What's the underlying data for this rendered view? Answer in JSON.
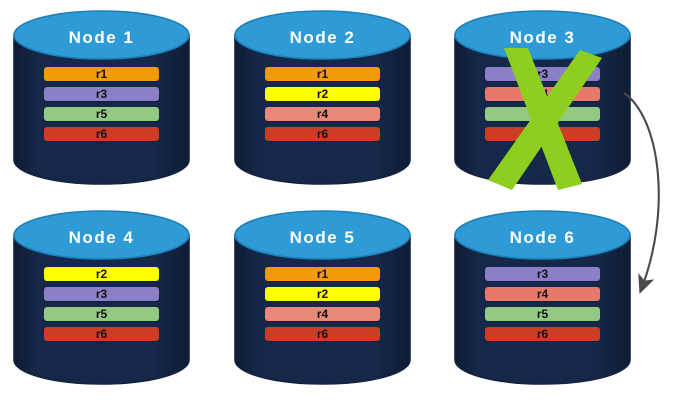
{
  "diagram": {
    "title": "Distributed replica placement across nodes with failed node and re-replication arrow",
    "background_color": "#ffffff",
    "cylinder": {
      "body_color": "#152849",
      "body_color_dark": "#0e1c35",
      "top_color": "#2e9bd6",
      "top_color_edge": "#1c7fb8",
      "outline_color": "#13233f"
    },
    "record_colors": {
      "r1": "#f59b0b",
      "r2": "#ffff00",
      "r3": "#8d7fc7",
      "r4": "#e8897a",
      "r4_alt": "#e8796a",
      "r5": "#93c983",
      "r6": "#cc3d25"
    },
    "failure_mark": {
      "name": "green-x-mark",
      "color": "#8dce1e",
      "on_node": "Node 3"
    },
    "arrow": {
      "name": "replication-arrow",
      "color": "#4a4a4a",
      "from_node": "Node 3",
      "to_node": "Node 6"
    }
  },
  "nodes": [
    {
      "id": "node-1",
      "title": "Node 1",
      "failed": false,
      "records": [
        {
          "label": "r1",
          "color_key": "r1",
          "color": "#f59b0b"
        },
        {
          "label": "r3",
          "color_key": "r3",
          "color": "#8d7fc7"
        },
        {
          "label": "r5",
          "color_key": "r5",
          "color": "#93c983"
        },
        {
          "label": "r6",
          "color_key": "r6",
          "color": "#cc3d25"
        }
      ]
    },
    {
      "id": "node-2",
      "title": "Node 2",
      "failed": false,
      "records": [
        {
          "label": "r1",
          "color_key": "r1",
          "color": "#f59b0b"
        },
        {
          "label": "r2",
          "color_key": "r2",
          "color": "#ffff00"
        },
        {
          "label": "r4",
          "color_key": "r4",
          "color": "#e8897a"
        },
        {
          "label": "r6",
          "color_key": "r6",
          "color": "#cc3d25"
        }
      ]
    },
    {
      "id": "node-3",
      "title": "Node 3",
      "failed": true,
      "records": [
        {
          "label": "r3",
          "color_key": "r3",
          "color": "#8d7fc7"
        },
        {
          "label": "r4",
          "color_key": "r4",
          "color": "#e8796a"
        },
        {
          "label": "r5",
          "color_key": "r5",
          "color": "#93c983"
        },
        {
          "label": "r6",
          "color_key": "r6",
          "color": "#cc3d25"
        }
      ]
    },
    {
      "id": "node-4",
      "title": "Node 4",
      "failed": false,
      "records": [
        {
          "label": "r2",
          "color_key": "r2",
          "color": "#ffff00"
        },
        {
          "label": "r3",
          "color_key": "r3",
          "color": "#8d7fc7"
        },
        {
          "label": "r5",
          "color_key": "r5",
          "color": "#93c983"
        },
        {
          "label": "r6",
          "color_key": "r6",
          "color": "#cc3d25"
        }
      ]
    },
    {
      "id": "node-5",
      "title": "Node 5",
      "failed": false,
      "records": [
        {
          "label": "r1",
          "color_key": "r1",
          "color": "#f59b0b"
        },
        {
          "label": "r2",
          "color_key": "r2",
          "color": "#ffff00"
        },
        {
          "label": "r4",
          "color_key": "r4",
          "color": "#e8897a"
        },
        {
          "label": "r6",
          "color_key": "r6",
          "color": "#cc3d25"
        }
      ]
    },
    {
      "id": "node-6",
      "title": "Node 6",
      "failed": false,
      "records": [
        {
          "label": "r3",
          "color_key": "r3",
          "color": "#8d7fc7"
        },
        {
          "label": "r4",
          "color_key": "r4",
          "color": "#e8796a"
        },
        {
          "label": "r5",
          "color_key": "r5",
          "color": "#93c983"
        },
        {
          "label": "r6",
          "color_key": "r6",
          "color": "#cc3d25"
        }
      ]
    }
  ]
}
